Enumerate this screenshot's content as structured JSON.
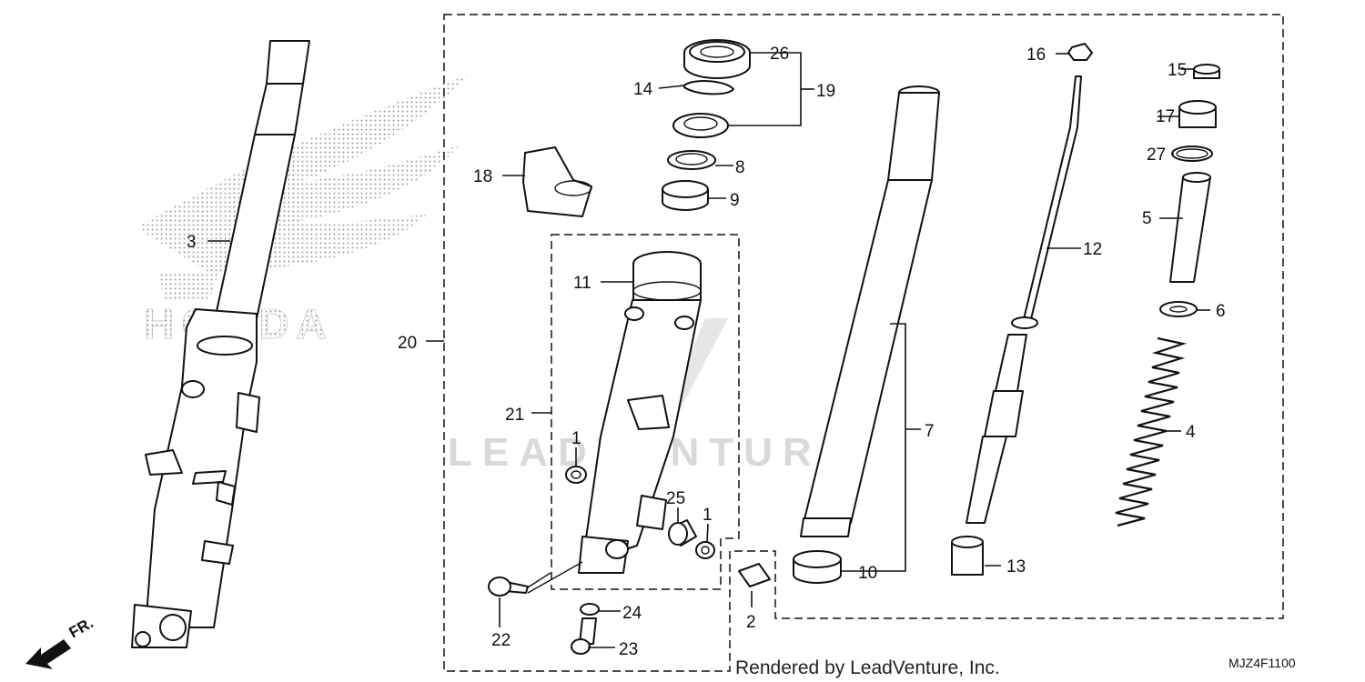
{
  "diagram_code": "MJZ4F1100",
  "render_credit": "Rendered by LeadVenture, Inc.",
  "watermark_brand": "HONDA",
  "watermark_text": "LEADVENTURE",
  "direction_label": "FR.",
  "callouts": {
    "p1a": "1",
    "p1b": "1",
    "p2": "2",
    "p3": "3",
    "p4": "4",
    "p5": "5",
    "p6": "6",
    "p7": "7",
    "p8": "8",
    "p9": "9",
    "p10": "10",
    "p11": "11",
    "p12": "12",
    "p13": "13",
    "p14": "14",
    "p15": "15",
    "p16": "16",
    "p17": "17",
    "p18": "18",
    "p19": "19",
    "p20": "20",
    "p21": "21",
    "p22": "22",
    "p23": "23",
    "p24": "24",
    "p25": "25",
    "p26": "26",
    "p27": "27"
  },
  "colors": {
    "line": "#111111",
    "watermark": "#d9d9d9",
    "background": "#ffffff"
  }
}
